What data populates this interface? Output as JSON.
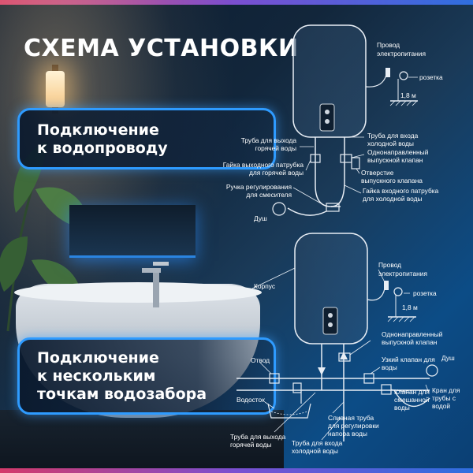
{
  "title": "СХЕМА УСТАНОВКИ",
  "callouts": {
    "water_supply": {
      "line1": "Подключение",
      "line2": "к водопроводу"
    },
    "multi_point": {
      "line1": "Подключение",
      "line2": "к нескольким",
      "line3": "точкам водозабора"
    }
  },
  "diagram_top": {
    "power_wire": {
      "line1": "Провод",
      "line2": "электропитания"
    },
    "outlet": "розетка",
    "height": "1,8 м",
    "hot_pipe": {
      "line1": "Труба для выхода",
      "line2": "горячей воды"
    },
    "cold_pipe": {
      "line1": "Труба для входа",
      "line2": "холодной воды"
    },
    "check_valve": {
      "line1": "Однонаправленный",
      "line2": "выпускной клапан"
    },
    "hot_nut": {
      "line1": "Гайка выходного патрубка",
      "line2": "для горячей воды"
    },
    "relief_hole": {
      "line1": "Отверстие",
      "line2": "выпускного клапана"
    },
    "mixer_knob": {
      "line1": "Ручка регулирования",
      "line2": "для смесителя"
    },
    "cold_nut": {
      "line1": "Гайка входного патрубка",
      "line2": "для холодной воды"
    },
    "shower": "Душ"
  },
  "diagram_bottom": {
    "power_wire": {
      "line1": "Провод",
      "line2": "электропитания"
    },
    "body": "Корпус",
    "outlet": "розетка",
    "height": "1,8 м",
    "check_valve": {
      "line1": "Однонаправленный",
      "line2": "выпускной клапан"
    },
    "drain_tap": "Отвод",
    "narrow_valve": {
      "line1": "Узкий клапан для",
      "line2": "воды"
    },
    "shower": "Душ",
    "mixed_valve": {
      "line1": "Клапан для",
      "line2": "смешанной",
      "line3": "воды"
    },
    "tap": {
      "line1": "Кран для",
      "line2": "трубы с",
      "line3": "водой"
    },
    "drain": "Водосток",
    "discharge_pipe": {
      "line1": "Сливная труба",
      "line2": "для регулировки",
      "line3": "напора воды"
    },
    "hot_pipe": {
      "line1": "Труба для выхода",
      "line2": "горячей воды"
    },
    "cold_pipe": {
      "line1": "Труба для входа",
      "line2": "холодной воды"
    }
  },
  "colors": {
    "accent": "#2e9bff",
    "text": "#ffffff",
    "bg_dark": "#0c1b2e",
    "bg_blue": "#0b3f73"
  }
}
